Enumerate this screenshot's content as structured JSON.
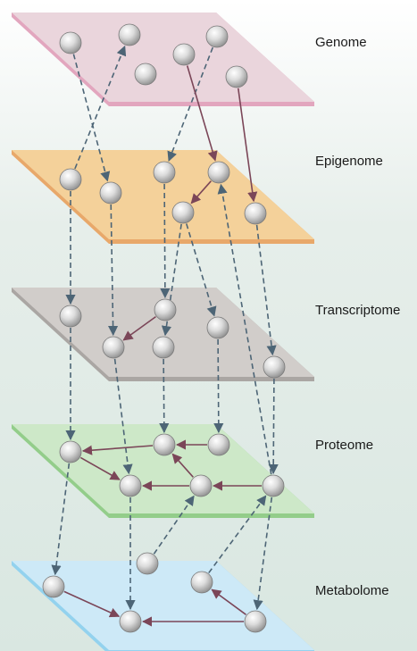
{
  "layers": [
    {
      "id": "genome",
      "label": "Genome",
      "fill": "#ead5dc",
      "edge": "#e2a6be"
    },
    {
      "id": "epigenome",
      "label": "Epigenome",
      "fill": "#f4d19a",
      "edge": "#e8a86a"
    },
    {
      "id": "transcriptome",
      "label": "Transcriptome",
      "fill": "#d1cdca",
      "edge": "#aaa6a3"
    },
    {
      "id": "proteome",
      "label": "Proteome",
      "fill": "#cde8c8",
      "edge": "#93cd8a"
    },
    {
      "id": "metabolome",
      "label": "Metabolome",
      "fill": "#cde9f7",
      "edge": "#93d2ee"
    }
  ],
  "edge_styles": {
    "between_layers": {
      "style": "dashed",
      "color": "#4d6576"
    },
    "within_layer": {
      "style": "solid",
      "color": "#7b4658"
    }
  },
  "nodes": [
    {
      "id": "g1",
      "layer": "genome"
    },
    {
      "id": "g2",
      "layer": "genome"
    },
    {
      "id": "g3",
      "layer": "genome"
    },
    {
      "id": "g4",
      "layer": "genome"
    },
    {
      "id": "g5",
      "layer": "genome"
    },
    {
      "id": "g6",
      "layer": "genome"
    },
    {
      "id": "e1",
      "layer": "epigenome"
    },
    {
      "id": "e2",
      "layer": "epigenome"
    },
    {
      "id": "e3",
      "layer": "epigenome"
    },
    {
      "id": "e4",
      "layer": "epigenome"
    },
    {
      "id": "e5",
      "layer": "epigenome"
    },
    {
      "id": "e6",
      "layer": "epigenome"
    },
    {
      "id": "t1",
      "layer": "transcriptome"
    },
    {
      "id": "t2",
      "layer": "transcriptome"
    },
    {
      "id": "t3",
      "layer": "transcriptome"
    },
    {
      "id": "t4",
      "layer": "transcriptome"
    },
    {
      "id": "t5",
      "layer": "transcriptome"
    },
    {
      "id": "t6",
      "layer": "transcriptome"
    },
    {
      "id": "p1",
      "layer": "proteome"
    },
    {
      "id": "p2",
      "layer": "proteome"
    },
    {
      "id": "p3",
      "layer": "proteome"
    },
    {
      "id": "p4",
      "layer": "proteome"
    },
    {
      "id": "p5",
      "layer": "proteome"
    },
    {
      "id": "p6",
      "layer": "proteome"
    },
    {
      "id": "m1",
      "layer": "metabolome"
    },
    {
      "id": "m2",
      "layer": "metabolome"
    },
    {
      "id": "m3",
      "layer": "metabolome"
    },
    {
      "id": "m4",
      "layer": "metabolome"
    },
    {
      "id": "m5",
      "layer": "metabolome"
    }
  ],
  "edges": [
    {
      "from": "g1",
      "to": "e2",
      "style": "dashed"
    },
    {
      "from": "e1",
      "to": "g2",
      "style": "dashed"
    },
    {
      "from": "g4",
      "to": "e3",
      "style": "dashed"
    },
    {
      "from": "g3",
      "to": "e4",
      "style": "solid"
    },
    {
      "from": "g5",
      "to": "e6",
      "style": "solid"
    },
    {
      "from": "e4",
      "to": "e5",
      "style": "solid"
    },
    {
      "from": "e1",
      "to": "t1",
      "style": "dashed"
    },
    {
      "from": "e2",
      "to": "t3",
      "style": "dashed"
    },
    {
      "from": "e3",
      "to": "t2",
      "style": "dashed"
    },
    {
      "from": "e5",
      "to": "t4",
      "style": "dashed"
    },
    {
      "from": "e5",
      "to": "t5",
      "style": "dashed"
    },
    {
      "from": "e6",
      "to": "t6",
      "style": "dashed"
    },
    {
      "from": "t2",
      "to": "t3",
      "style": "solid"
    },
    {
      "from": "p6",
      "to": "e4",
      "style": "dashed"
    },
    {
      "from": "t1",
      "to": "p1",
      "style": "dashed"
    },
    {
      "from": "t3",
      "to": "p4",
      "style": "dashed"
    },
    {
      "from": "t4",
      "to": "p2",
      "style": "dashed"
    },
    {
      "from": "t5",
      "to": "p3",
      "style": "dashed"
    },
    {
      "from": "t6",
      "to": "p6",
      "style": "dashed"
    },
    {
      "from": "p2",
      "to": "p1",
      "style": "solid"
    },
    {
      "from": "p3",
      "to": "p2",
      "style": "solid"
    },
    {
      "from": "p1",
      "to": "p4",
      "style": "solid"
    },
    {
      "from": "p5",
      "to": "p4",
      "style": "solid"
    },
    {
      "from": "p5",
      "to": "p2",
      "style": "solid"
    },
    {
      "from": "p6",
      "to": "p5",
      "style": "solid"
    },
    {
      "from": "p1",
      "to": "m1",
      "style": "dashed"
    },
    {
      "from": "m2",
      "to": "p5",
      "style": "dashed"
    },
    {
      "from": "m4",
      "to": "p6",
      "style": "dashed"
    },
    {
      "from": "p6",
      "to": "m5",
      "style": "dashed"
    },
    {
      "from": "p4",
      "to": "m3",
      "style": "dashed"
    },
    {
      "from": "m1",
      "to": "m3",
      "style": "solid"
    },
    {
      "from": "m5",
      "to": "m3",
      "style": "solid"
    },
    {
      "from": "m5",
      "to": "m4",
      "style": "solid"
    }
  ]
}
